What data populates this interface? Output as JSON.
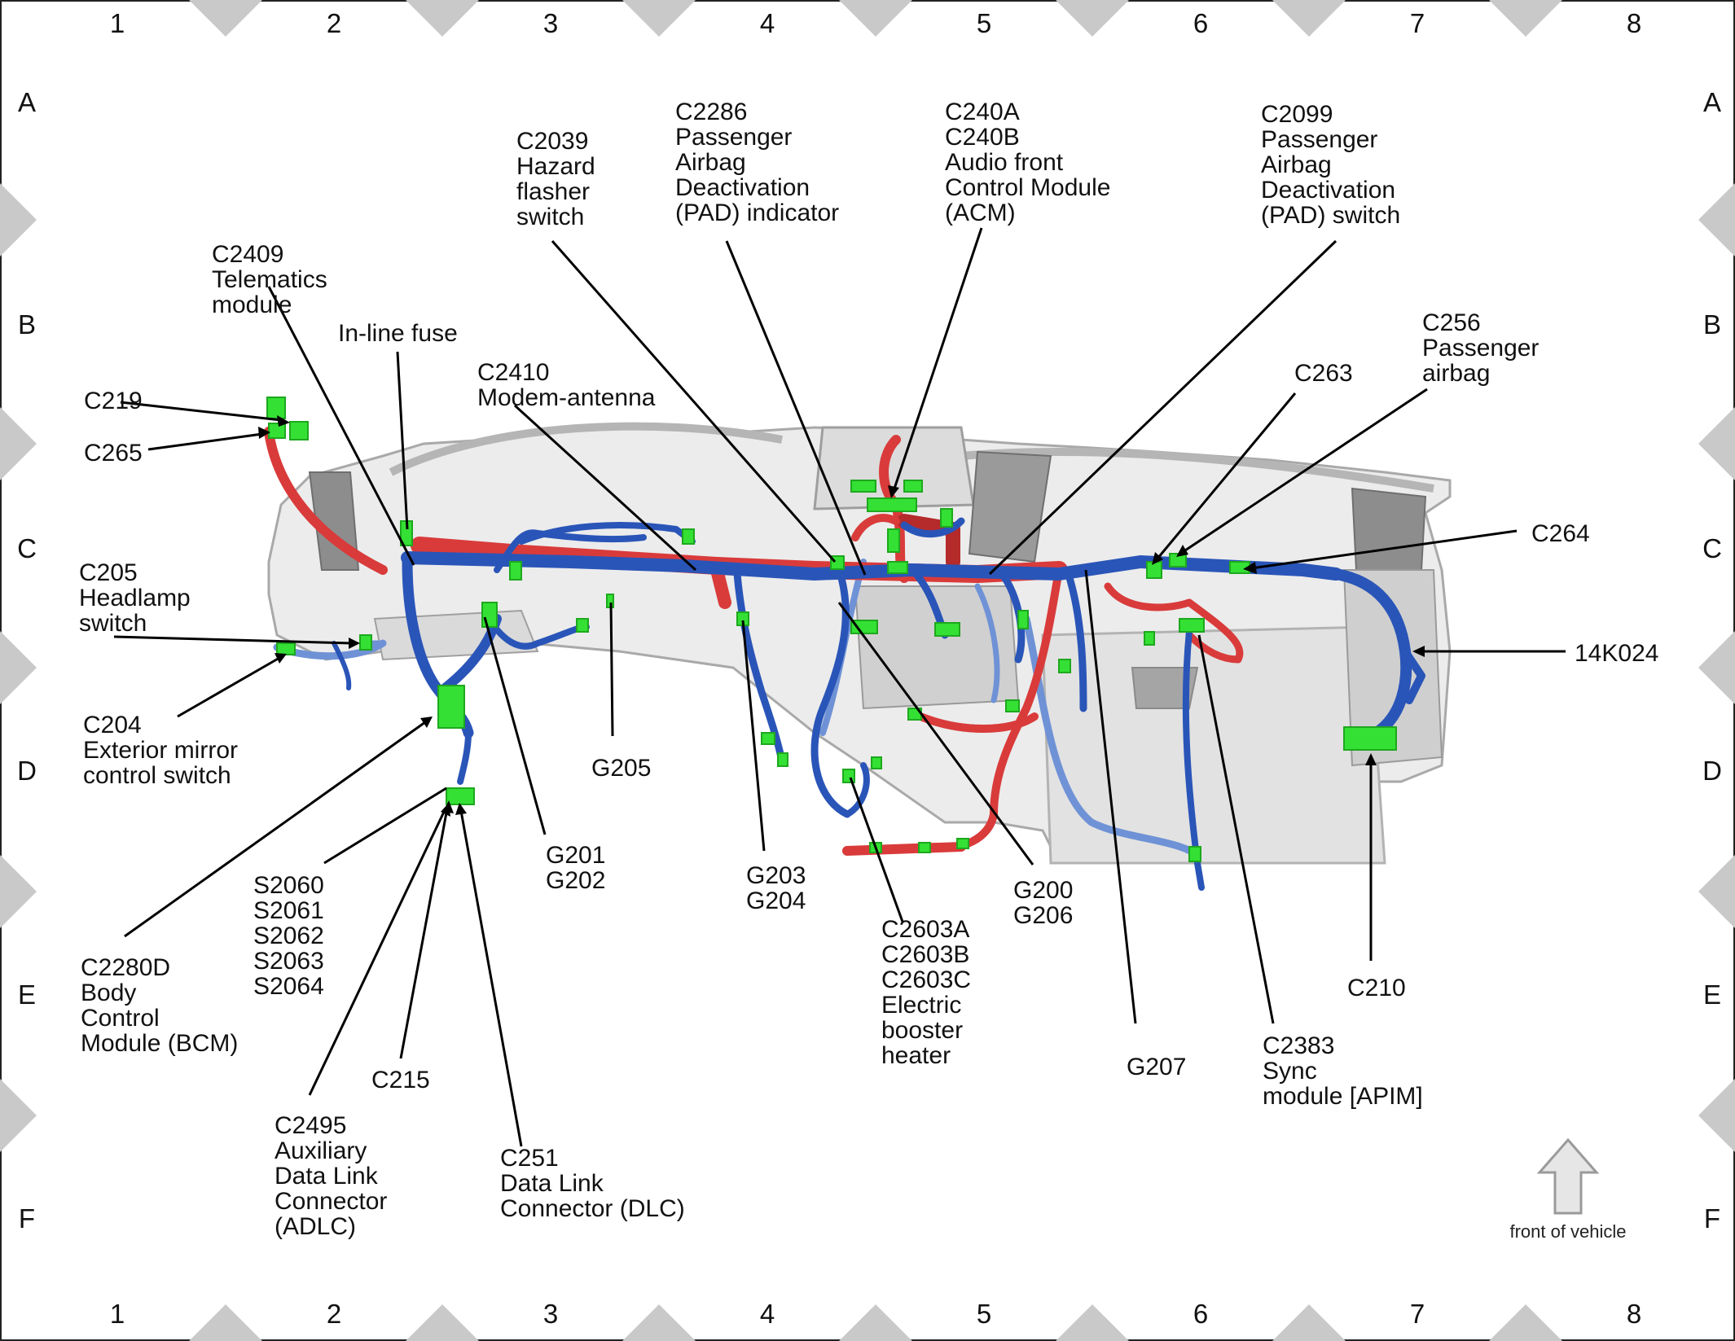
{
  "grid": {
    "columns": [
      "1",
      "2",
      "3",
      "4",
      "5",
      "6",
      "7",
      "8"
    ],
    "rows": [
      "A",
      "B",
      "C",
      "D",
      "E",
      "F"
    ]
  },
  "colors": {
    "blue_harness": "#2a55b8",
    "light_blue_harness": "#6f92d6",
    "red_harness": "#d93b3b",
    "connector_green": "#34e034",
    "dashboard_gray": "#bdbdbd",
    "grid_triangle": "#c9c9c9"
  },
  "callouts": [
    {
      "id": "c2409",
      "lines": [
        "C2409",
        "Telematics",
        "module"
      ]
    },
    {
      "id": "c219",
      "lines": [
        "C219"
      ]
    },
    {
      "id": "c265",
      "lines": [
        "C265"
      ]
    },
    {
      "id": "inline-fuse",
      "lines": [
        "In-line fuse"
      ]
    },
    {
      "id": "c2410",
      "lines": [
        "C2410",
        "Modem-antenna"
      ]
    },
    {
      "id": "c2039",
      "lines": [
        "C2039",
        "Hazard",
        "flasher",
        "switch"
      ]
    },
    {
      "id": "c2286",
      "lines": [
        "C2286",
        "Passenger",
        "Airbag",
        "Deactivation",
        "(PAD) indicator"
      ]
    },
    {
      "id": "c240",
      "lines": [
        "C240A",
        "C240B",
        "Audio front",
        "Control Module",
        "(ACM)"
      ]
    },
    {
      "id": "c2099",
      "lines": [
        "C2099",
        "Passenger",
        "Airbag",
        "Deactivation",
        "(PAD) switch"
      ]
    },
    {
      "id": "c256",
      "lines": [
        "C256",
        "Passenger",
        "airbag"
      ]
    },
    {
      "id": "c263",
      "lines": [
        "C263"
      ]
    },
    {
      "id": "c264",
      "lines": [
        "C264"
      ]
    },
    {
      "id": "c205",
      "lines": [
        "C205",
        "Headlamp",
        "switch"
      ]
    },
    {
      "id": "c204",
      "lines": [
        "C204",
        "Exterior mirror",
        "control switch"
      ]
    },
    {
      "id": "14k024",
      "lines": [
        "14K024"
      ]
    },
    {
      "id": "g205",
      "lines": [
        "G205"
      ]
    },
    {
      "id": "g201",
      "lines": [
        "G201",
        "G202"
      ]
    },
    {
      "id": "g203",
      "lines": [
        "G203",
        "G204"
      ]
    },
    {
      "id": "g200",
      "lines": [
        "G200",
        "G206"
      ]
    },
    {
      "id": "s2060",
      "lines": [
        "S2060",
        "S2061",
        "S2062",
        "S2063",
        "S2064"
      ]
    },
    {
      "id": "c2280d",
      "lines": [
        "C2280D",
        "Body",
        "Control",
        "Module (BCM)"
      ]
    },
    {
      "id": "c2603",
      "lines": [
        "C2603A",
        "C2603B",
        "C2603C",
        "Electric",
        "booster",
        "heater"
      ]
    },
    {
      "id": "c210",
      "lines": [
        "C210"
      ]
    },
    {
      "id": "c2383",
      "lines": [
        "C2383",
        "Sync",
        "module [APIM]"
      ]
    },
    {
      "id": "g207",
      "lines": [
        "G207"
      ]
    },
    {
      "id": "c215",
      "lines": [
        "C215"
      ]
    },
    {
      "id": "c2495",
      "lines": [
        "C2495",
        "Auxiliary",
        "Data Link",
        "Connector",
        "(ADLC)"
      ]
    },
    {
      "id": "c251",
      "lines": [
        "C251",
        "Data Link",
        "Connector (DLC)"
      ]
    }
  ],
  "orientation": {
    "label": "front of vehicle",
    "icon": "up-arrow-icon"
  }
}
